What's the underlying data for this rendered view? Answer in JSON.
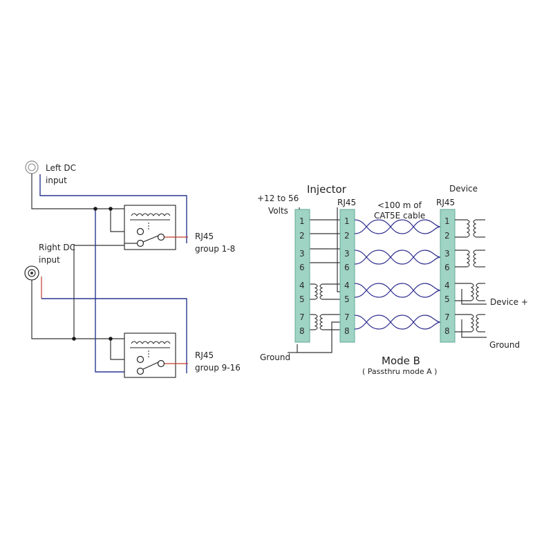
{
  "left_diagram": {
    "left_dc_label": [
      "Left DC",
      "input"
    ],
    "right_dc_label": [
      "Right DC",
      "input"
    ],
    "relay_top_label": [
      "RJ45",
      "group 1-8"
    ],
    "relay_bottom_label": [
      "RJ45",
      "group 9-16"
    ]
  },
  "right_diagram": {
    "injector_title": "Injector",
    "device_title": "Device",
    "voltage_label": [
      "+12 to 56",
      "Volts"
    ],
    "rj45_left": "RJ45",
    "rj45_right": "RJ45",
    "cable_label": [
      "<100 m of",
      "CAT5E cable"
    ],
    "ground_left": "Ground",
    "device_plus": "Device +",
    "ground_right": "Ground",
    "mode_title": "Mode B",
    "mode_subtitle": "( Passthru mode A )",
    "pin_numbers": [
      "1",
      "2",
      "3",
      "6",
      "4",
      "5",
      "7",
      "8"
    ]
  },
  "colors": {
    "wire_blue": "#28378f",
    "wire_red": "#c0392b",
    "connector_fill": "#9fd3c3"
  }
}
